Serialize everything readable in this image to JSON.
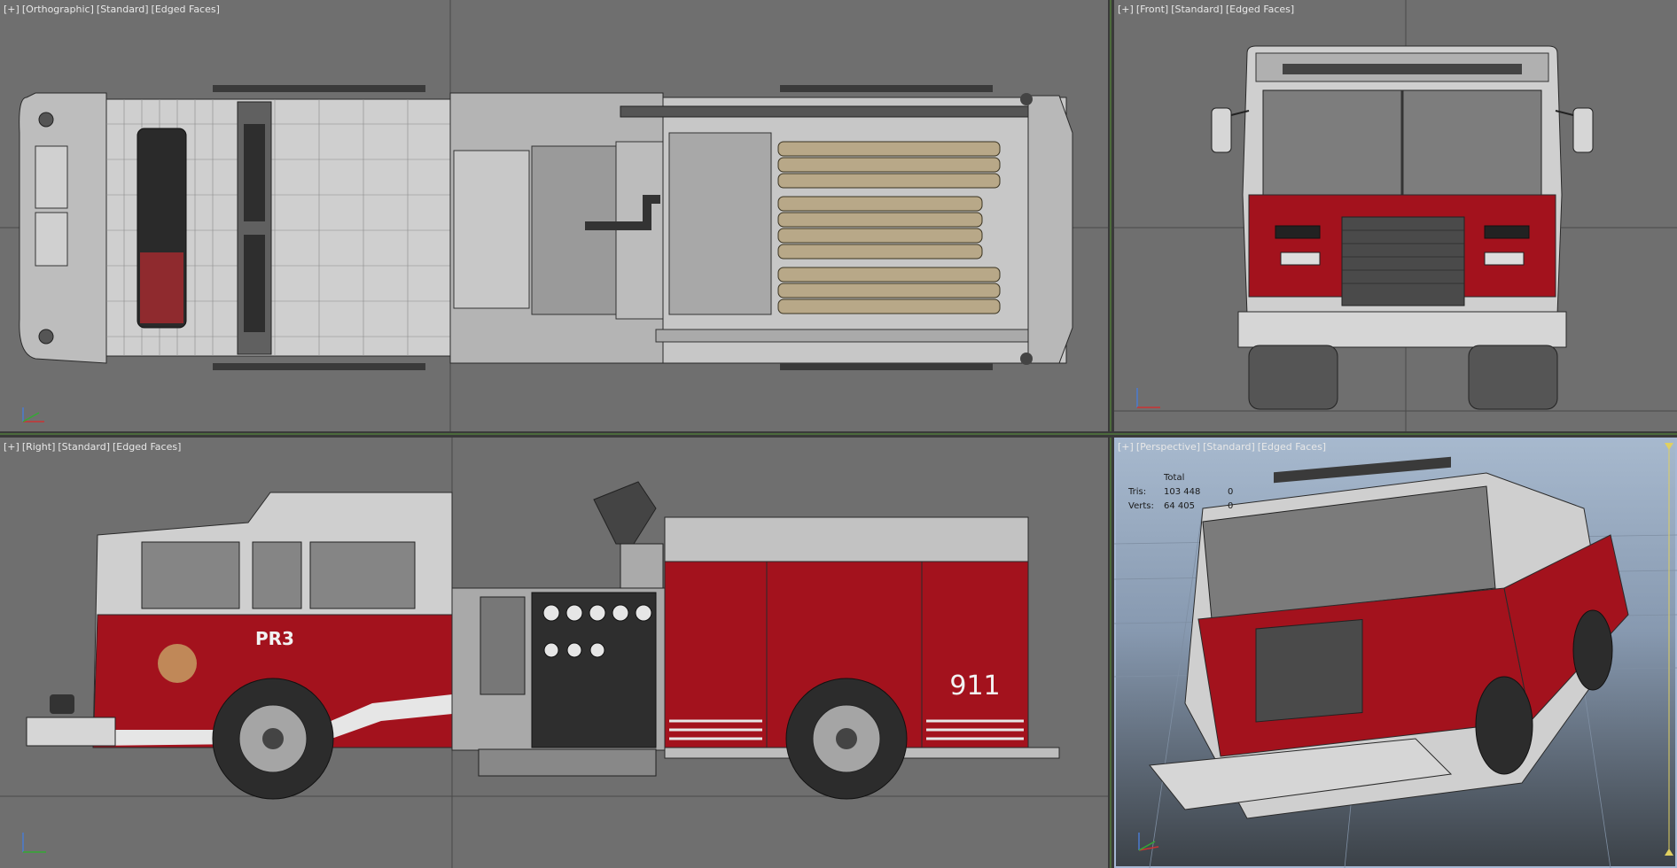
{
  "viewports": {
    "top": {
      "label_parts": [
        "[+]",
        "[Orthographic]",
        "[Standard]",
        "[Edged Faces]"
      ]
    },
    "front": {
      "label_parts": [
        "[+]",
        "[Front]",
        "[Standard]",
        "[Edged Faces]"
      ]
    },
    "right": {
      "label_parts": [
        "[+]",
        "[Right]",
        "[Standard]",
        "[Edged Faces]"
      ]
    },
    "persp": {
      "label_parts": [
        "[+]",
        "[Perspective]",
        "[Standard]",
        "[Edged Faces]"
      ]
    }
  },
  "stats": {
    "header": "Total",
    "rows": [
      {
        "label": "Tris:",
        "total": "103 448",
        "selected": "0"
      },
      {
        "label": "Verts:",
        "total": "64 405",
        "selected": "0"
      }
    ]
  },
  "truck": {
    "unit_label": "PR3",
    "number_label": "911"
  },
  "axes": {
    "x": "x",
    "y": "y",
    "z": "z"
  },
  "colors": {
    "viewport_bg": "#6f6f6f",
    "active_border": "#a6b8d4",
    "truck_red": "#a3121d",
    "chrome": "#c8c8c8",
    "hose": "#b8a888"
  }
}
